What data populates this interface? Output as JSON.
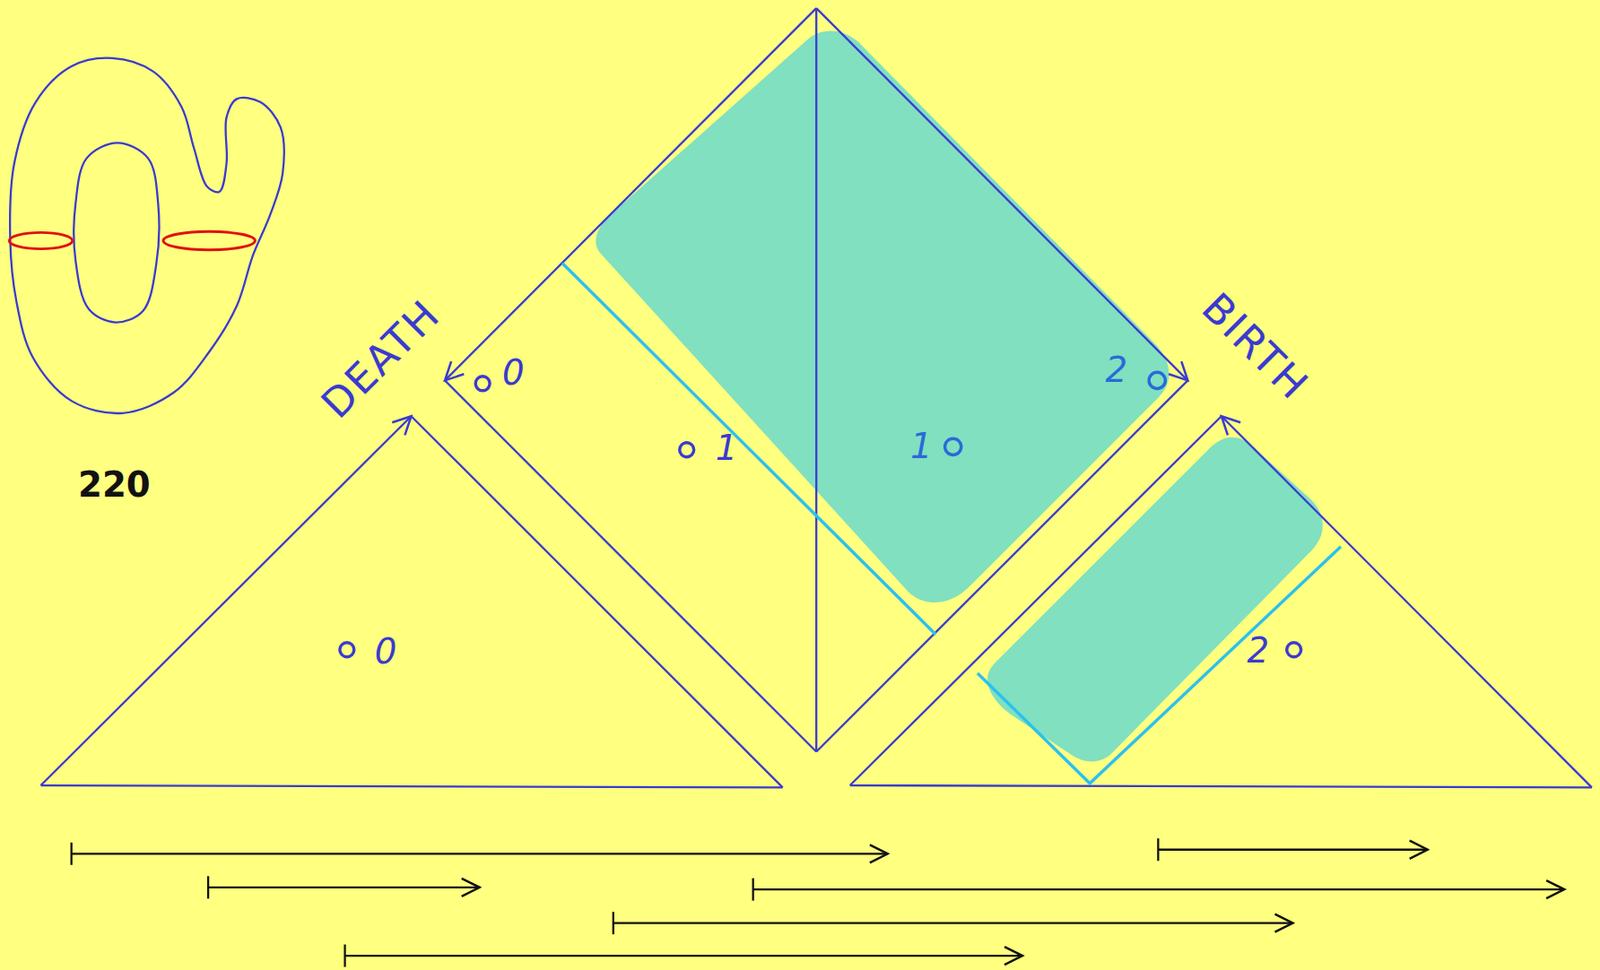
{
  "diagram": {
    "labels": [
      "220",
      "DEATH",
      "BIRTH",
      "0",
      "1",
      "1",
      "2",
      "0",
      "2"
    ]
  }
}
